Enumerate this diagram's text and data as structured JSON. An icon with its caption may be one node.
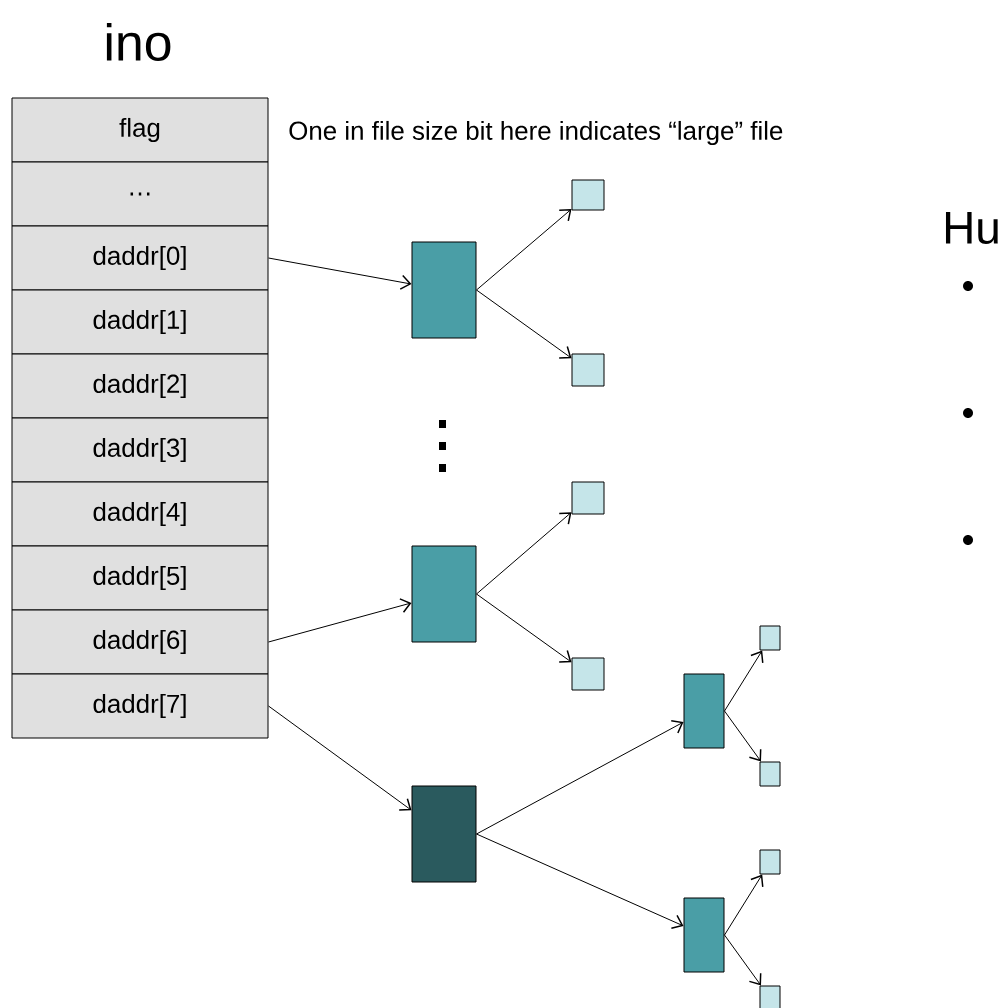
{
  "diagram": {
    "title": "ino",
    "nodes": [
      {
        "text": [
          "flag"
        ]
      },
      {
        "text": [
          "…"
        ]
      },
      {
        "text": [
          "daddr[0]"
        ]
      },
      {
        "text": [
          "daddr[1]"
        ]
      },
      {
        "text": [
          "daddr[2]"
        ]
      },
      {
        "text": [
          "daddr[3]"
        ]
      },
      {
        "text": [
          "daddr[4]"
        ]
      },
      {
        "text": [
          "daddr[5]"
        ]
      },
      {
        "text": [
          "daddr[6]"
        ]
      },
      {
        "text": [
          "daddr[7]"
        ]
      },
      {
        "text": [],
        "shape": "box"
      },
      {
        "text": [],
        "shape": "box"
      },
      {
        "text": [],
        "shape": "box"
      },
      {
        "text": [],
        "shape": "box"
      },
      {
        "text": [],
        "shape": "box"
      },
      {
        "text": [],
        "shape": "box"
      },
      {
        "text": [],
        "shape": "box"
      },
      {
        "text": [],
        "shape": "box"
      },
      {
        "text": [],
        "shape": "box"
      },
      {
        "text": [],
        "shape": "box"
      },
      {
        "text": [],
        "shape": "box"
      },
      {
        "text": [],
        "shape": "box"
      },
      {
        "text": [],
        "shape": "box"
      }
    ],
    "edges": [
      {
        "from": 2,
        "to": 10,
        "arrow": "to"
      },
      {
        "from": 10,
        "to": 11,
        "arrow": "to"
      },
      {
        "from": 10,
        "to": 12,
        "arrow": "to"
      },
      {
        "from": 8,
        "to": 13,
        "arrow": "to"
      },
      {
        "from": 13,
        "to": 14,
        "arrow": "to"
      },
      {
        "from": 13,
        "to": 15,
        "arrow": "to"
      },
      {
        "from": 9,
        "to": 16,
        "arrow": "to"
      },
      {
        "from": 16,
        "to": 17,
        "arrow": "to"
      },
      {
        "from": 16,
        "to": 20,
        "arrow": "to"
      },
      {
        "from": 17,
        "to": 18,
        "arrow": "to"
      },
      {
        "from": 17,
        "to": 19,
        "arrow": "to"
      },
      {
        "from": 20,
        "to": 21,
        "arrow": "to"
      },
      {
        "from": 20,
        "to": 22,
        "arrow": "to"
      }
    ],
    "labels": [
      "One in file size bit here indicates “large” file",
      "Hu"
    ]
  }
}
